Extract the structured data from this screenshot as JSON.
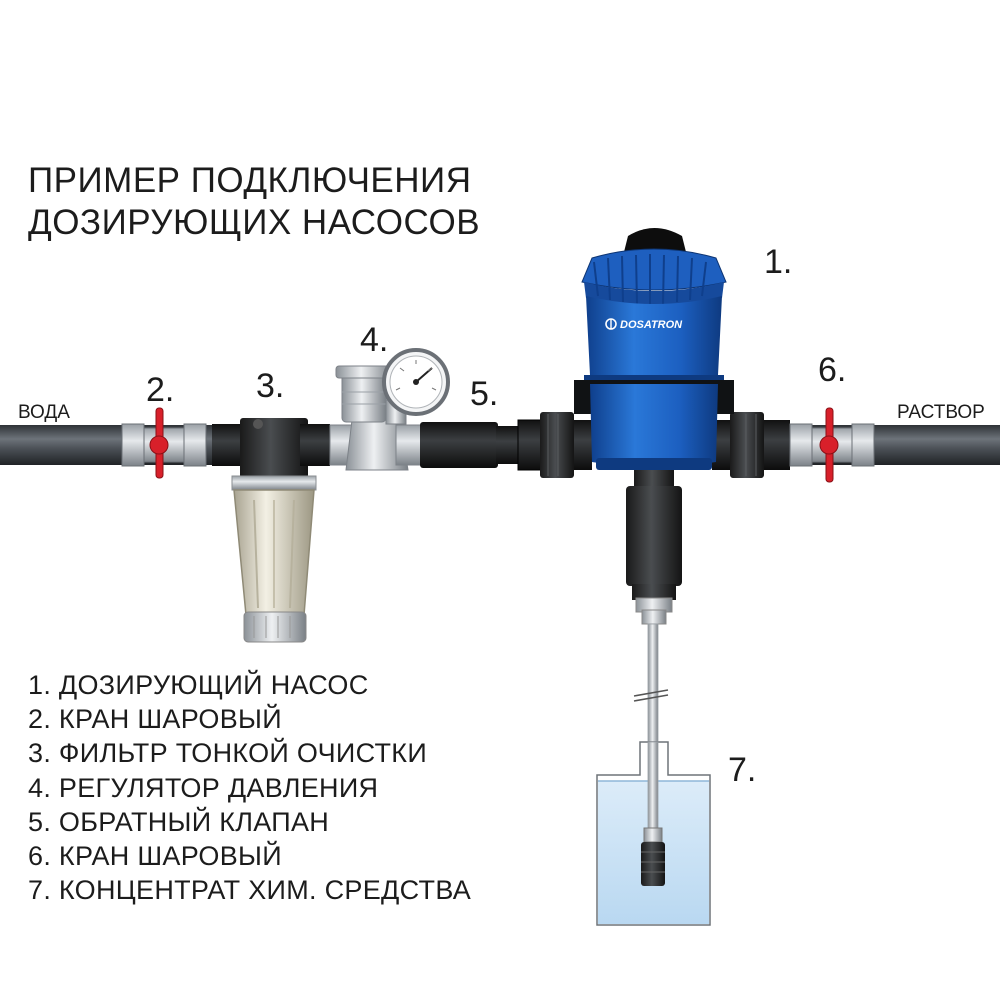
{
  "title": {
    "line1": "ПРИМЕР ПОДКЛЮЧЕНИЯ",
    "line2": "ДОЗИРУЮЩИХ НАСОСОВ"
  },
  "labels": {
    "inlet": "ВОДА",
    "outlet": "РАСТВОР",
    "brand": "DOSATRON"
  },
  "numbers": {
    "n1": "1.",
    "n2": "2.",
    "n3": "3.",
    "n4": "4.",
    "n5": "5.",
    "n6": "6.",
    "n7": "7."
  },
  "legend": [
    "1. ДОЗИРУЮЩИЙ НАСОС",
    "2. КРАН ШАРОВЫЙ",
    "3. ФИЛЬТР ТОНКОЙ ОЧИСТКИ",
    "4. РЕГУЛЯТОР ДАВЛЕНИЯ",
    "5. ОБРАТНЫЙ КЛАПАН",
    "6. КРАН ШАРОВЫЙ",
    "7. КОНЦЕНТРАТ ХИМ. СРЕДСТВА"
  ],
  "colors": {
    "pipe": "#4a4f55",
    "pump_blue": "#1e64c8",
    "valve_red": "#d8202a",
    "tank_liquid": "#cfe6f7"
  }
}
